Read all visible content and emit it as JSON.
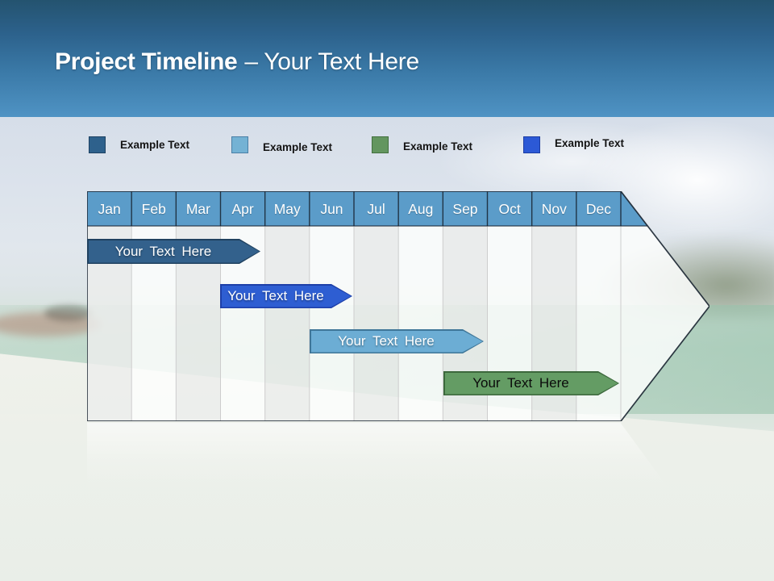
{
  "header": {
    "title_bold": "Project Timeline",
    "title_regular": "– Your Text Here"
  },
  "legend": {
    "items": [
      {
        "label": "Example Text",
        "color": "#2E618C"
      },
      {
        "label": "Example Text",
        "color": "#74B2D4"
      },
      {
        "label": "Example Text",
        "color": "#63965F"
      },
      {
        "label": "Example Text",
        "color": "#2C59D6"
      }
    ]
  },
  "timeline": {
    "months": [
      "Jan",
      "Feb",
      "Mar",
      "Apr",
      "May",
      "Jun",
      "Jul",
      "Aug",
      "Sep",
      "Oct",
      "Nov",
      "Dec"
    ],
    "header_color": "#5B9CC9",
    "bars": [
      {
        "label": "Your Text Here",
        "color": "#33618C",
        "text_color": "#FFFFFF",
        "start": "Jan",
        "end": "Mar"
      },
      {
        "label": "Your Text Here",
        "color": "#2E5ED2",
        "text_color": "#FFFFFF",
        "start": "Apr",
        "end": "Jun"
      },
      {
        "label": "Your Text Here",
        "color": "#6CADD4",
        "text_color": "#FFFFFF",
        "start": "Jun",
        "end": "Sep"
      },
      {
        "label": "Your Text Here",
        "color": "#649C64",
        "text_color": "#000000",
        "start": "Sep",
        "end": "Dec"
      }
    ]
  }
}
